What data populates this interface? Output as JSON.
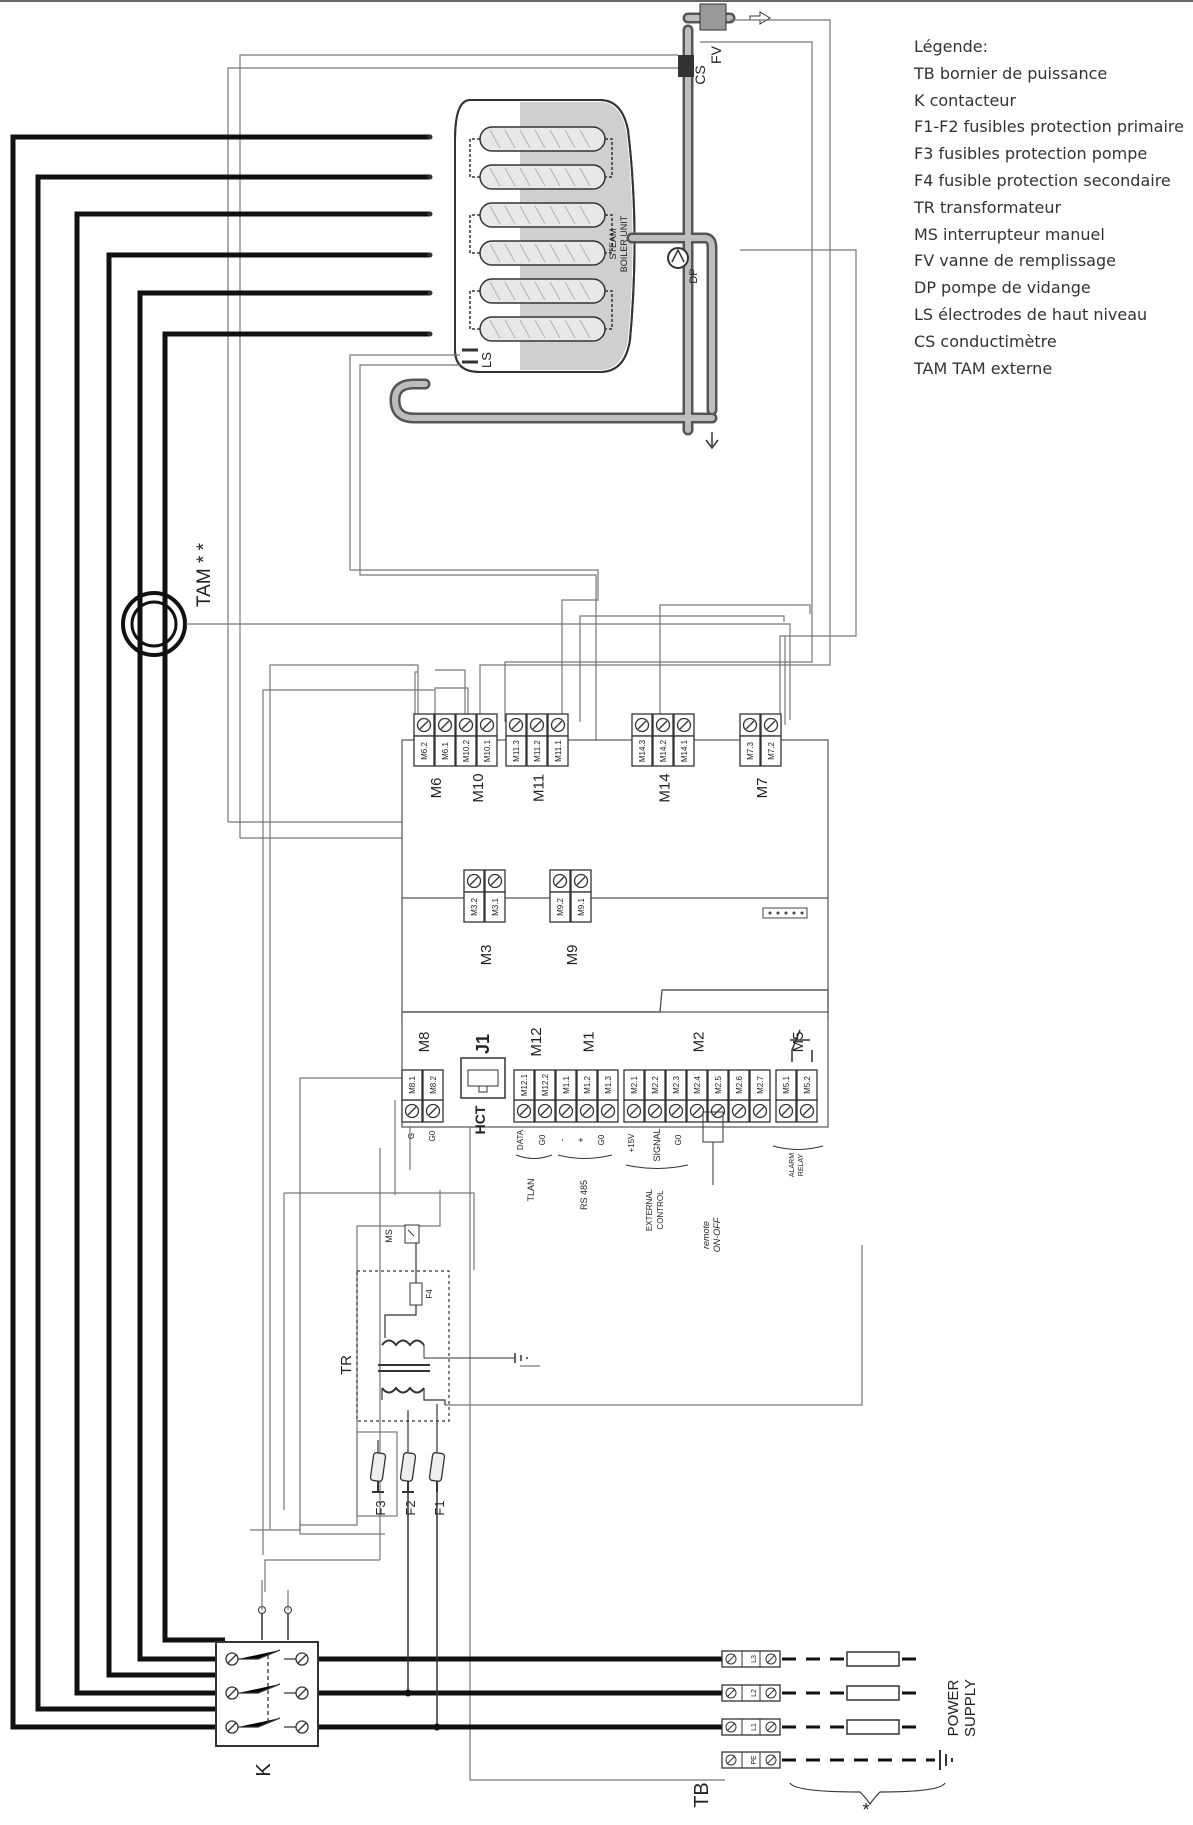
{
  "legend": {
    "title": "Légende:",
    "items": [
      "TB bornier de puissance",
      "K contacteur",
      "F1-F2 fusibles protection primaire",
      "F3 fusibles protection pompe",
      "F4 fusible protection secondaire",
      "TR transformateur",
      "MS interrupteur manuel",
      "FV vanne de remplissage",
      "DP pompe de vidange",
      "LS électrodes de haut niveau",
      "CS conductimètre",
      "TAM TAM externe"
    ]
  },
  "boiler": {
    "label1": "STEAM",
    "label2": "BOILER UNIT",
    "ls": "LS",
    "cs": "CS",
    "fv": "FV",
    "dp": "DP"
  },
  "tam": {
    "label": "TAM * *"
  },
  "top_blocks": [
    {
      "name": "M6",
      "pins": [
        "M6.2",
        "M6.1"
      ]
    },
    {
      "name": "M10",
      "pins": [
        "M10.2",
        "M10.1"
      ]
    },
    {
      "name": "M11",
      "pins": [
        "M11.3",
        "M11.2",
        "M11.1"
      ]
    },
    {
      "name": "M14",
      "pins": [
        "M14.3",
        "M14.2",
        "M14.1"
      ]
    },
    {
      "name": "M7",
      "pins": [
        "M7.3",
        "M7.2"
      ]
    }
  ],
  "mid_blocks": [
    {
      "name": "M3",
      "pins": [
        "M3.2",
        "M3.1"
      ]
    },
    {
      "name": "M9",
      "pins": [
        "M9.2",
        "M9.1"
      ]
    }
  ],
  "bottom": {
    "m8": {
      "name": "M8",
      "pins": [
        "M8.1",
        "M8.2"
      ],
      "labels": [
        "G",
        "G0"
      ]
    },
    "j1": {
      "name": "J1",
      "sub": "HCT"
    },
    "m12": {
      "name": "M12",
      "pins": [
        "M12.1",
        "M12.2"
      ],
      "labels": [
        "DATA",
        "G0"
      ],
      "group": "TLAN"
    },
    "m1": {
      "name": "M1",
      "pins": [
        "M1.1",
        "M1.2",
        "M1.3"
      ],
      "labels": [
        "-",
        "+",
        "G0"
      ],
      "group": "RS 485"
    },
    "m2": {
      "name": "M2",
      "pins": [
        "M2.1",
        "M2.2",
        "M2.3",
        "M2.4",
        "M2.5",
        "M2.6",
        "M2.7"
      ],
      "labels": [
        "+15V",
        "SIGNAL",
        "G0"
      ],
      "group1": "EXTERNAL",
      "group2": "CONTROL",
      "remote1": "remote",
      "remote2": "ON-OFF"
    },
    "m5": {
      "name": "M5",
      "pins": [
        "M5.1",
        "M5.2"
      ],
      "group1": "ALARM",
      "group2": "RELAY"
    }
  },
  "power": {
    "tr": "TR",
    "ms": "MS",
    "f4": "F4",
    "f1": "F1",
    "f2": "F2",
    "f3": "F3",
    "k": "K",
    "tb": "TB",
    "tb_pins": [
      "L3",
      "L2",
      "L1",
      "PE"
    ],
    "supply1": "POWER",
    "supply2": "SUPPLY",
    "star": "*"
  }
}
